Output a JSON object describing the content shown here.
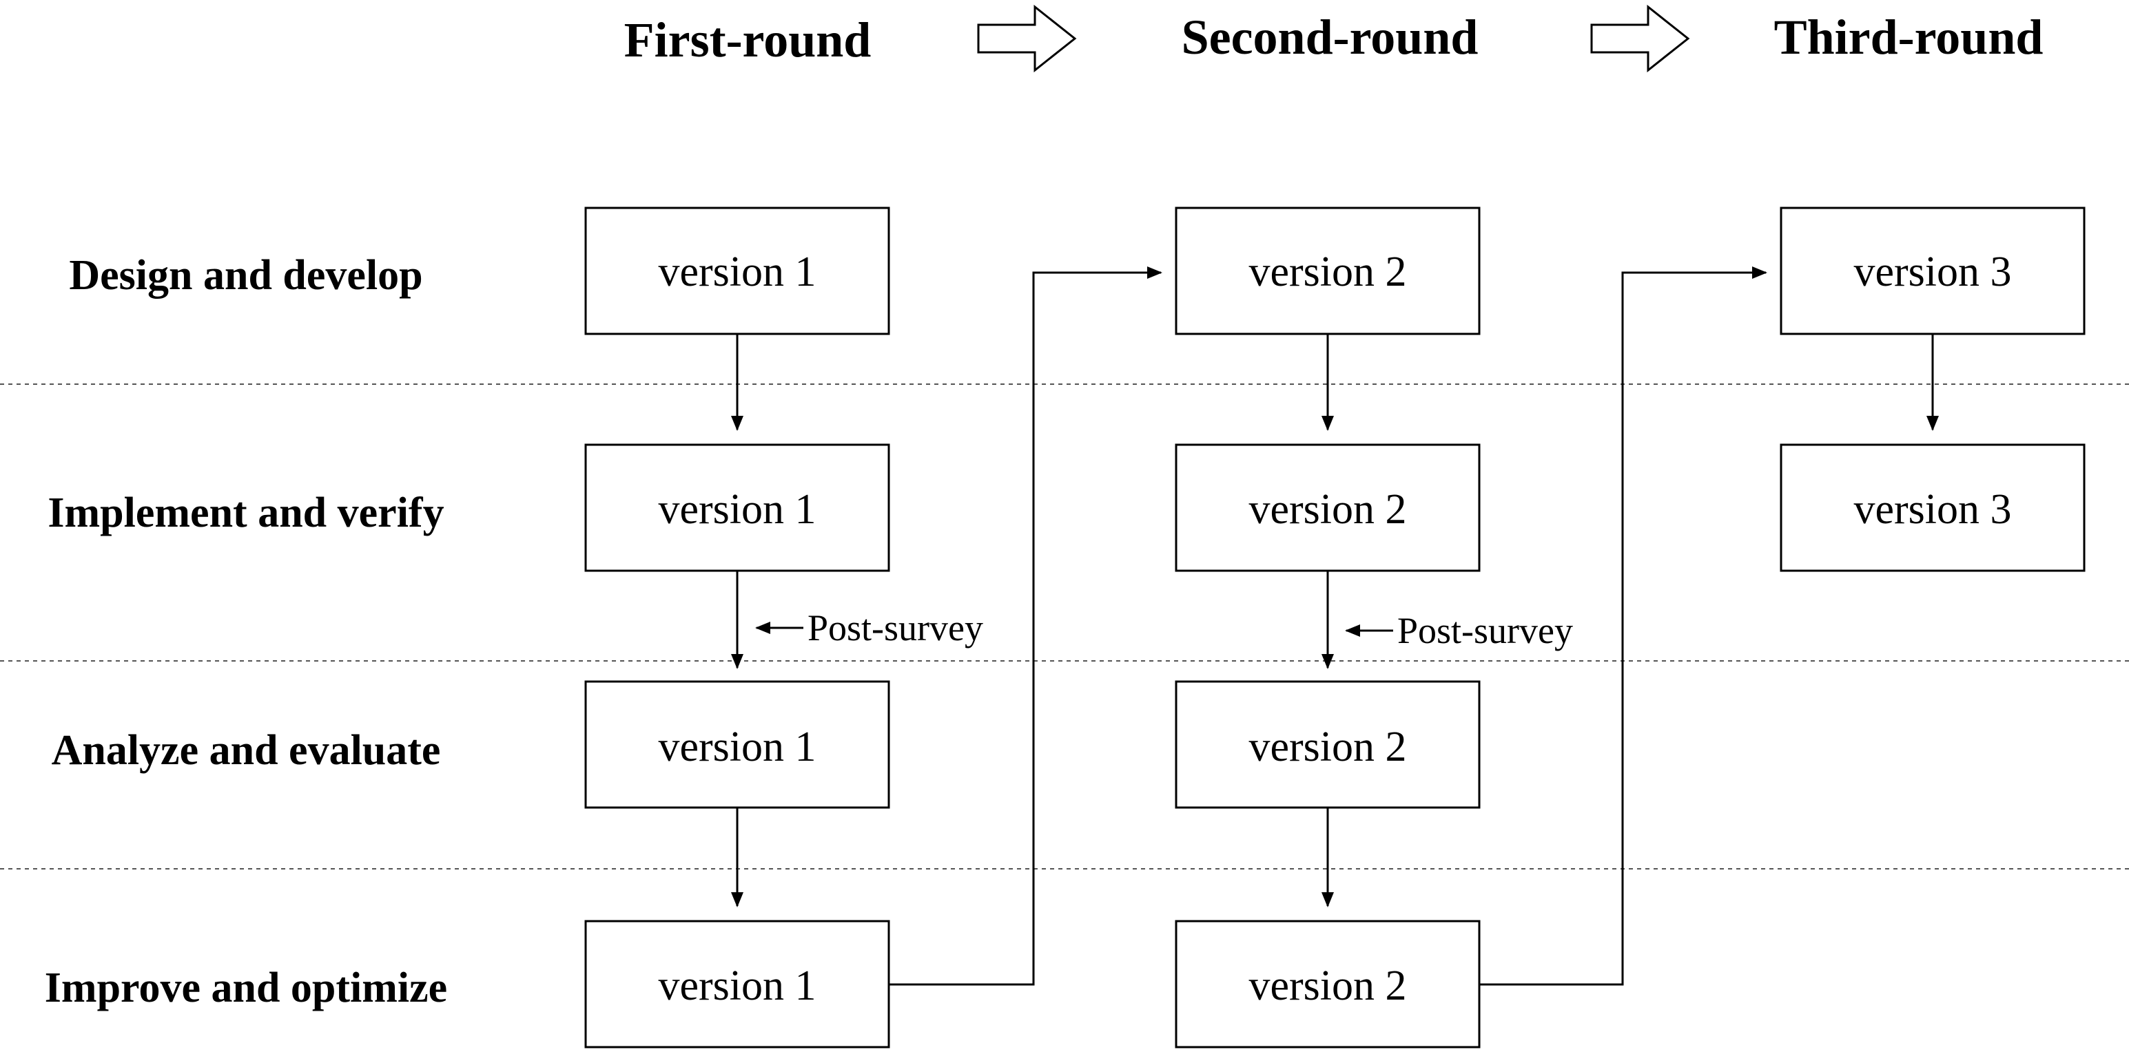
{
  "rounds": [
    "First-round",
    "Second-round",
    "Third-round"
  ],
  "phases": [
    "Design and develop",
    "Implement and verify",
    "Analyze and evaluate",
    "Improve and optimize"
  ],
  "versions": {
    "round1": [
      "version 1",
      "version 1",
      "version 1",
      "version 1"
    ],
    "round2": [
      "version 2",
      "version 2",
      "version 2",
      "version 2"
    ],
    "round3": [
      "version 3",
      "version 3"
    ]
  },
  "post_survey": "Post-survey",
  "icons": {
    "round_transition": "block-arrow-right-icon"
  }
}
